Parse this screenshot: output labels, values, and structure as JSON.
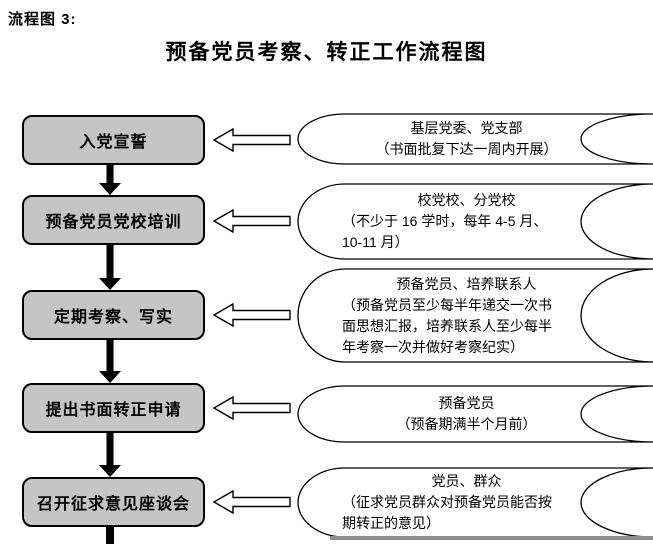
{
  "page": {
    "fig_label": "流程图 3:",
    "title": "预备党员考察、转正工作流程图"
  },
  "colors": {
    "box_fill": "#c5c5c5",
    "outline": "#000000",
    "shape_fill": "#ffffff",
    "shadow": "#8d8d8d"
  },
  "flow": {
    "rows": [
      {
        "step": "入党宣誓",
        "actor": "基层党委、党支部",
        "detail": "（书面批复下达一周内开展）"
      },
      {
        "step": "预备党员党校培训",
        "actor": "校党校、分党校",
        "detail": "（不少于 16 学时，每年 4-5 月、\n10-11 月）"
      },
      {
        "step": "定期考察、写实",
        "actor": "预备党员、培养联系人",
        "detail": "（预备党员至少每半年递交一次书\n面思想汇报，培养联系人至少每半\n年考察一次并做好考察纪实）"
      },
      {
        "step": "提出书面转正申请",
        "actor": "预备党员",
        "detail": "（预备期满半个月前）"
      },
      {
        "step": "召开征求意见座谈会",
        "actor": "党员、群众",
        "detail": "（征求党员群众对预备党员能否按\n期转正的意见）"
      }
    ]
  }
}
